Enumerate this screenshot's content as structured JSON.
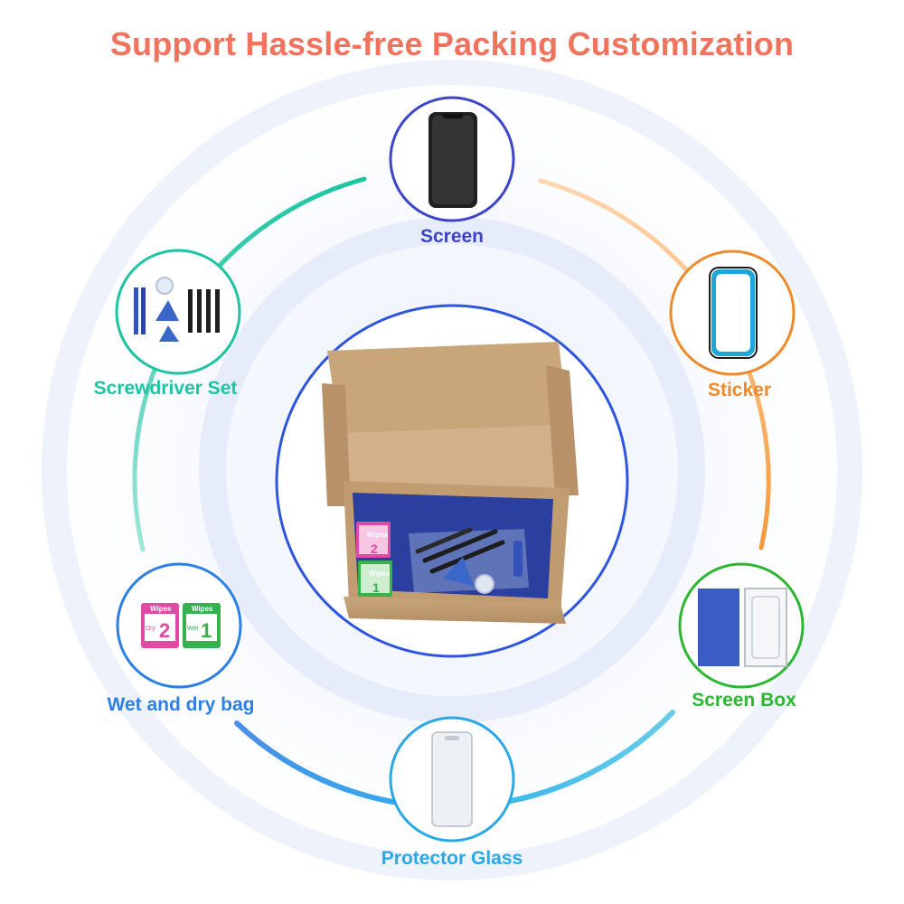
{
  "title": "Support Hassle-free Packing Customization",
  "items": {
    "screen": "Screen",
    "sticker": "Sticker",
    "screwdriver": "Screwdriver Set",
    "wet_dry": "Wet and dry bag",
    "screen_box": "Screen Box",
    "protector": "Protector Glass"
  },
  "product_text": {
    "wipes": "Wipes",
    "wet": "Wet",
    "dry": "Dry",
    "num_one": "1",
    "num_two": "2"
  },
  "colors": {
    "title": "#f0735e",
    "screen": "#3d44c9",
    "sticker": "#ef8a2c",
    "screwdriver": "#1ec4a2",
    "wet_dry": "#2c7fe4",
    "screen_box": "#2cb632",
    "protector": "#2aa8e6",
    "center_ring": "#2f55df"
  }
}
